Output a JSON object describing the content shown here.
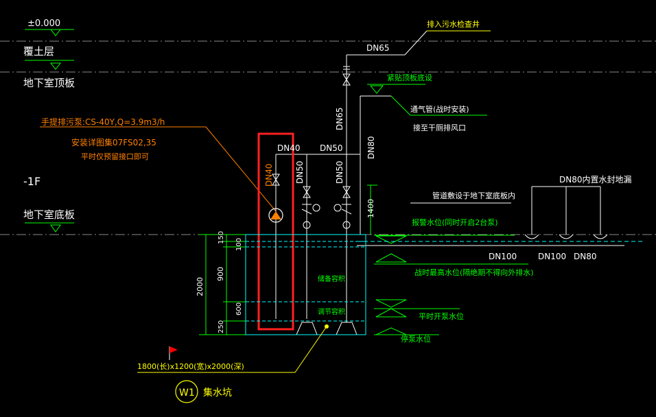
{
  "levels": {
    "ground_elevation": "±0.000",
    "soil_cover": "覆土层",
    "basement_roof": "地下室顶板",
    "floor_mark": "-1F",
    "basement_floor": "地下室底板"
  },
  "pump": {
    "model": "手提排污泵:CS-40Y,Q=3.9m3/h",
    "install_ref": "安装详图集07FS02,35",
    "usual_note": "平时仅预留接口即可"
  },
  "pipes": {
    "dn40_h": "DN40",
    "dn40_v": "DN40",
    "dn50_h": "DN50",
    "dn50_v1": "DN50",
    "dn50_v2": "DN50",
    "dn65_v": "DN65",
    "dn65_h": "DN65",
    "dn80_v": "DN80",
    "dn100_a": "DN100",
    "dn100_b": "DN100",
    "dn80_floor": "DN80",
    "dn80_drains": "DN80内置水封地漏"
  },
  "notes": {
    "sewer_well": "排入污水检查井",
    "stair_bottom": "紧贴顶板底设",
    "vent_pipe": "通气管(战时安装)",
    "vent_to": "接至干厕排风口",
    "pipe_in_slab": "管道敷设于地下室底板内",
    "alarm_level": "报警水位(同时开启2台泵)",
    "wartime_high": "战时最高水位(隔绝期不得向外排水)",
    "pump_start": "平时开泵水位",
    "pump_stop": "停泵水位",
    "storage_volume": "储备容积",
    "regulating_volume": "调节容积",
    "height_1400": "1400"
  },
  "pit": {
    "size": "1800(长)x1200(宽)x2000(深)",
    "tag": "W1",
    "name": "集水坑",
    "total_depth": "2000",
    "dims": [
      "150",
      "100",
      "900",
      "600",
      "250"
    ]
  },
  "colors": {
    "white": "#ffffff",
    "green": "#00ff00",
    "yellow": "#ffff00",
    "orange": "#ff8000",
    "cyan": "#00ffff",
    "red": "#ff0000",
    "grayline": "#9a9a9a"
  }
}
